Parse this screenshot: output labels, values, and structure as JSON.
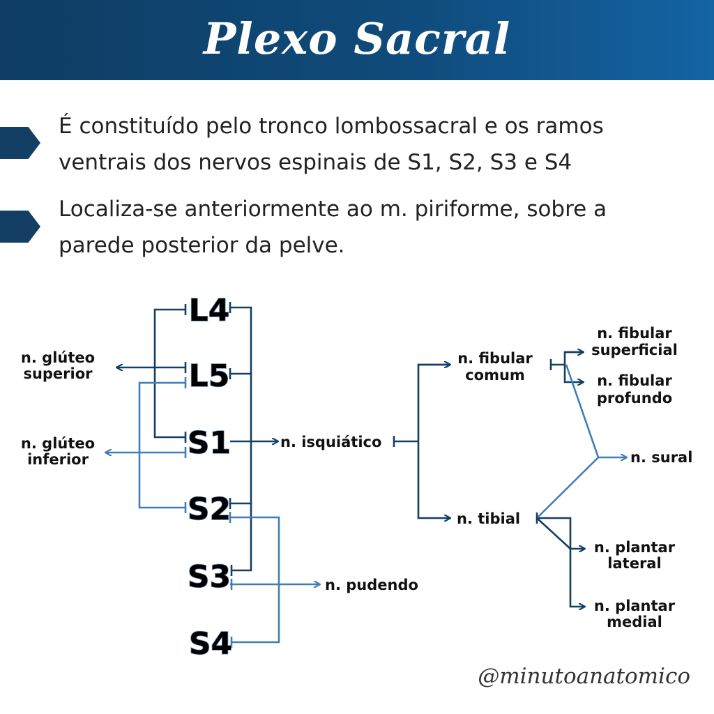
{
  "header": {
    "title": "Plexo Sacral"
  },
  "bullets": [
    {
      "line1": "É constituído pelo tronco lombossacral e os ramos",
      "line2": "ventrais dos nervos espinais de S1, S2, S3 e S4"
    },
    {
      "line1": "Localiza-se anteriormente ao m. piriforme, sobre a",
      "line2": "parede posterior da pelve."
    }
  ],
  "diagram": {
    "roots": {
      "l4": "L4",
      "l5": "L5",
      "s1": "S1",
      "s2": "S2",
      "s3": "S3",
      "s4": "S4"
    },
    "nerves": {
      "gluteo_superior": [
        "n. glúteo",
        "superior"
      ],
      "gluteo_inferior": [
        "n. glúteo",
        "inferior"
      ],
      "isquiatico": "n. isquiático",
      "pudendo": "n. pudendo",
      "fibular_comum": [
        "n. fibular",
        "comum"
      ],
      "tibial": "n. tibial",
      "fibular_superficial": [
        "n. fibular",
        "superficial"
      ],
      "fibular_profundo": [
        "n. fibular",
        "profundo"
      ],
      "sural": "n. sural",
      "plantar_lateral": [
        "n. plantar",
        "lateral"
      ],
      "plantar_medial": [
        "n. plantar",
        "medial"
      ]
    },
    "colors": {
      "dark": "#123f63",
      "light": "#3f7db5"
    }
  },
  "credit": "@minutoanatomico"
}
